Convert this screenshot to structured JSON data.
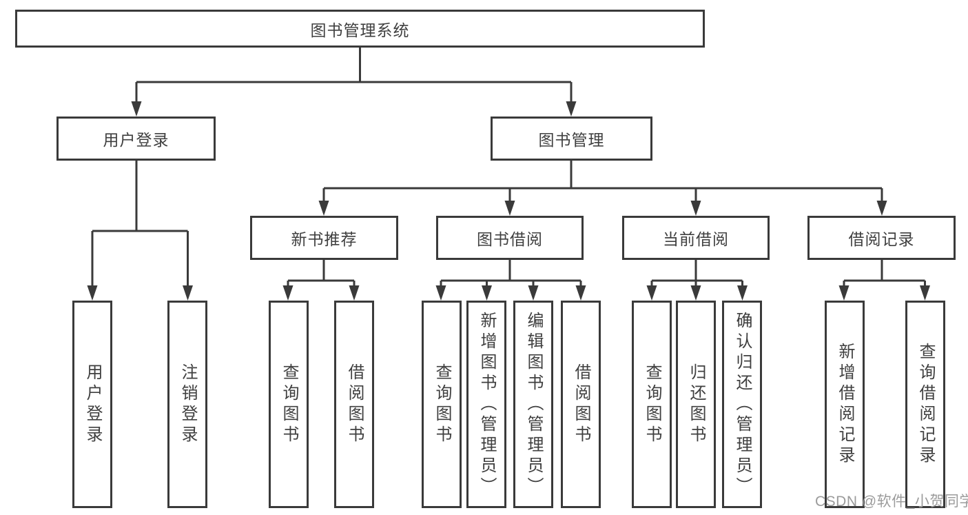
{
  "diagram": {
    "root": "图书管理系统",
    "level2": [
      "用户登录",
      "图书管理"
    ],
    "level3": [
      "新书推荐",
      "图书借阅",
      "当前借阅",
      "借阅记录"
    ],
    "leaves": [
      "用户登录",
      "注销登录",
      "查询图书",
      "借阅图书",
      "查询图书",
      "新增图书（管理员）",
      "编辑图书（管理员）",
      "借阅图书",
      "查询图书",
      "归还图书",
      "确认归还（管理员）",
      "新增借阅记录",
      "查询借阅记录"
    ]
  },
  "watermark": "CSDN @软件_小贺同学",
  "colors": {
    "line": "#3a3a3a",
    "text": "#3f3f3f",
    "watermark": "#9b9b9b",
    "background": "#ffffff"
  }
}
